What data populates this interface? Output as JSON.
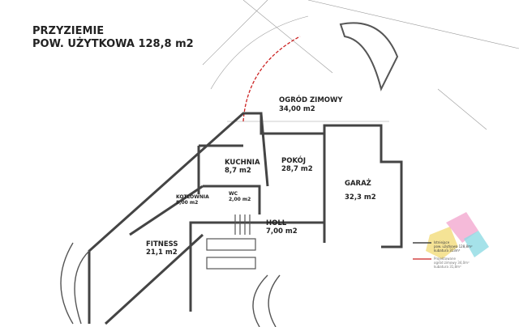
{
  "title": {
    "line1": "PRZYZIEMIE",
    "line2": "POW. UŻYTKOWA 128,8 m2"
  },
  "rooms": [
    {
      "name": "OGRÓD ZIMOWY",
      "area": "34,00 m2"
    },
    {
      "name": "KUCHNIA",
      "area": "8,7 m2"
    },
    {
      "name": "POKÓJ",
      "area": "28,7 m2"
    },
    {
      "name": "GARAŻ",
      "area": "32,3 m2"
    },
    {
      "name": "KOTLOWNIA",
      "area": "8,00 m2"
    },
    {
      "name": "WC",
      "area": "2,00 m2"
    },
    {
      "name": "HOLL",
      "area": "7,00 m2"
    },
    {
      "name": "FITNESS",
      "area": "21,1 m2"
    }
  ],
  "legend": {
    "existing": {
      "label": "Istniejące",
      "line1": "pow. użytkowa 128,8m²",
      "line2": "kubatura 313m³"
    },
    "designed": {
      "label": "Projektowane",
      "line1": "ogród zimowy 34,0m²",
      "line2": "kubatura 31,8m³"
    }
  },
  "colors": {
    "wall": "#555555",
    "new_wall": "#cc2222",
    "yellow": "#f3dc7a",
    "pink": "#f2a9d0",
    "cyan": "#8fdbe4"
  }
}
